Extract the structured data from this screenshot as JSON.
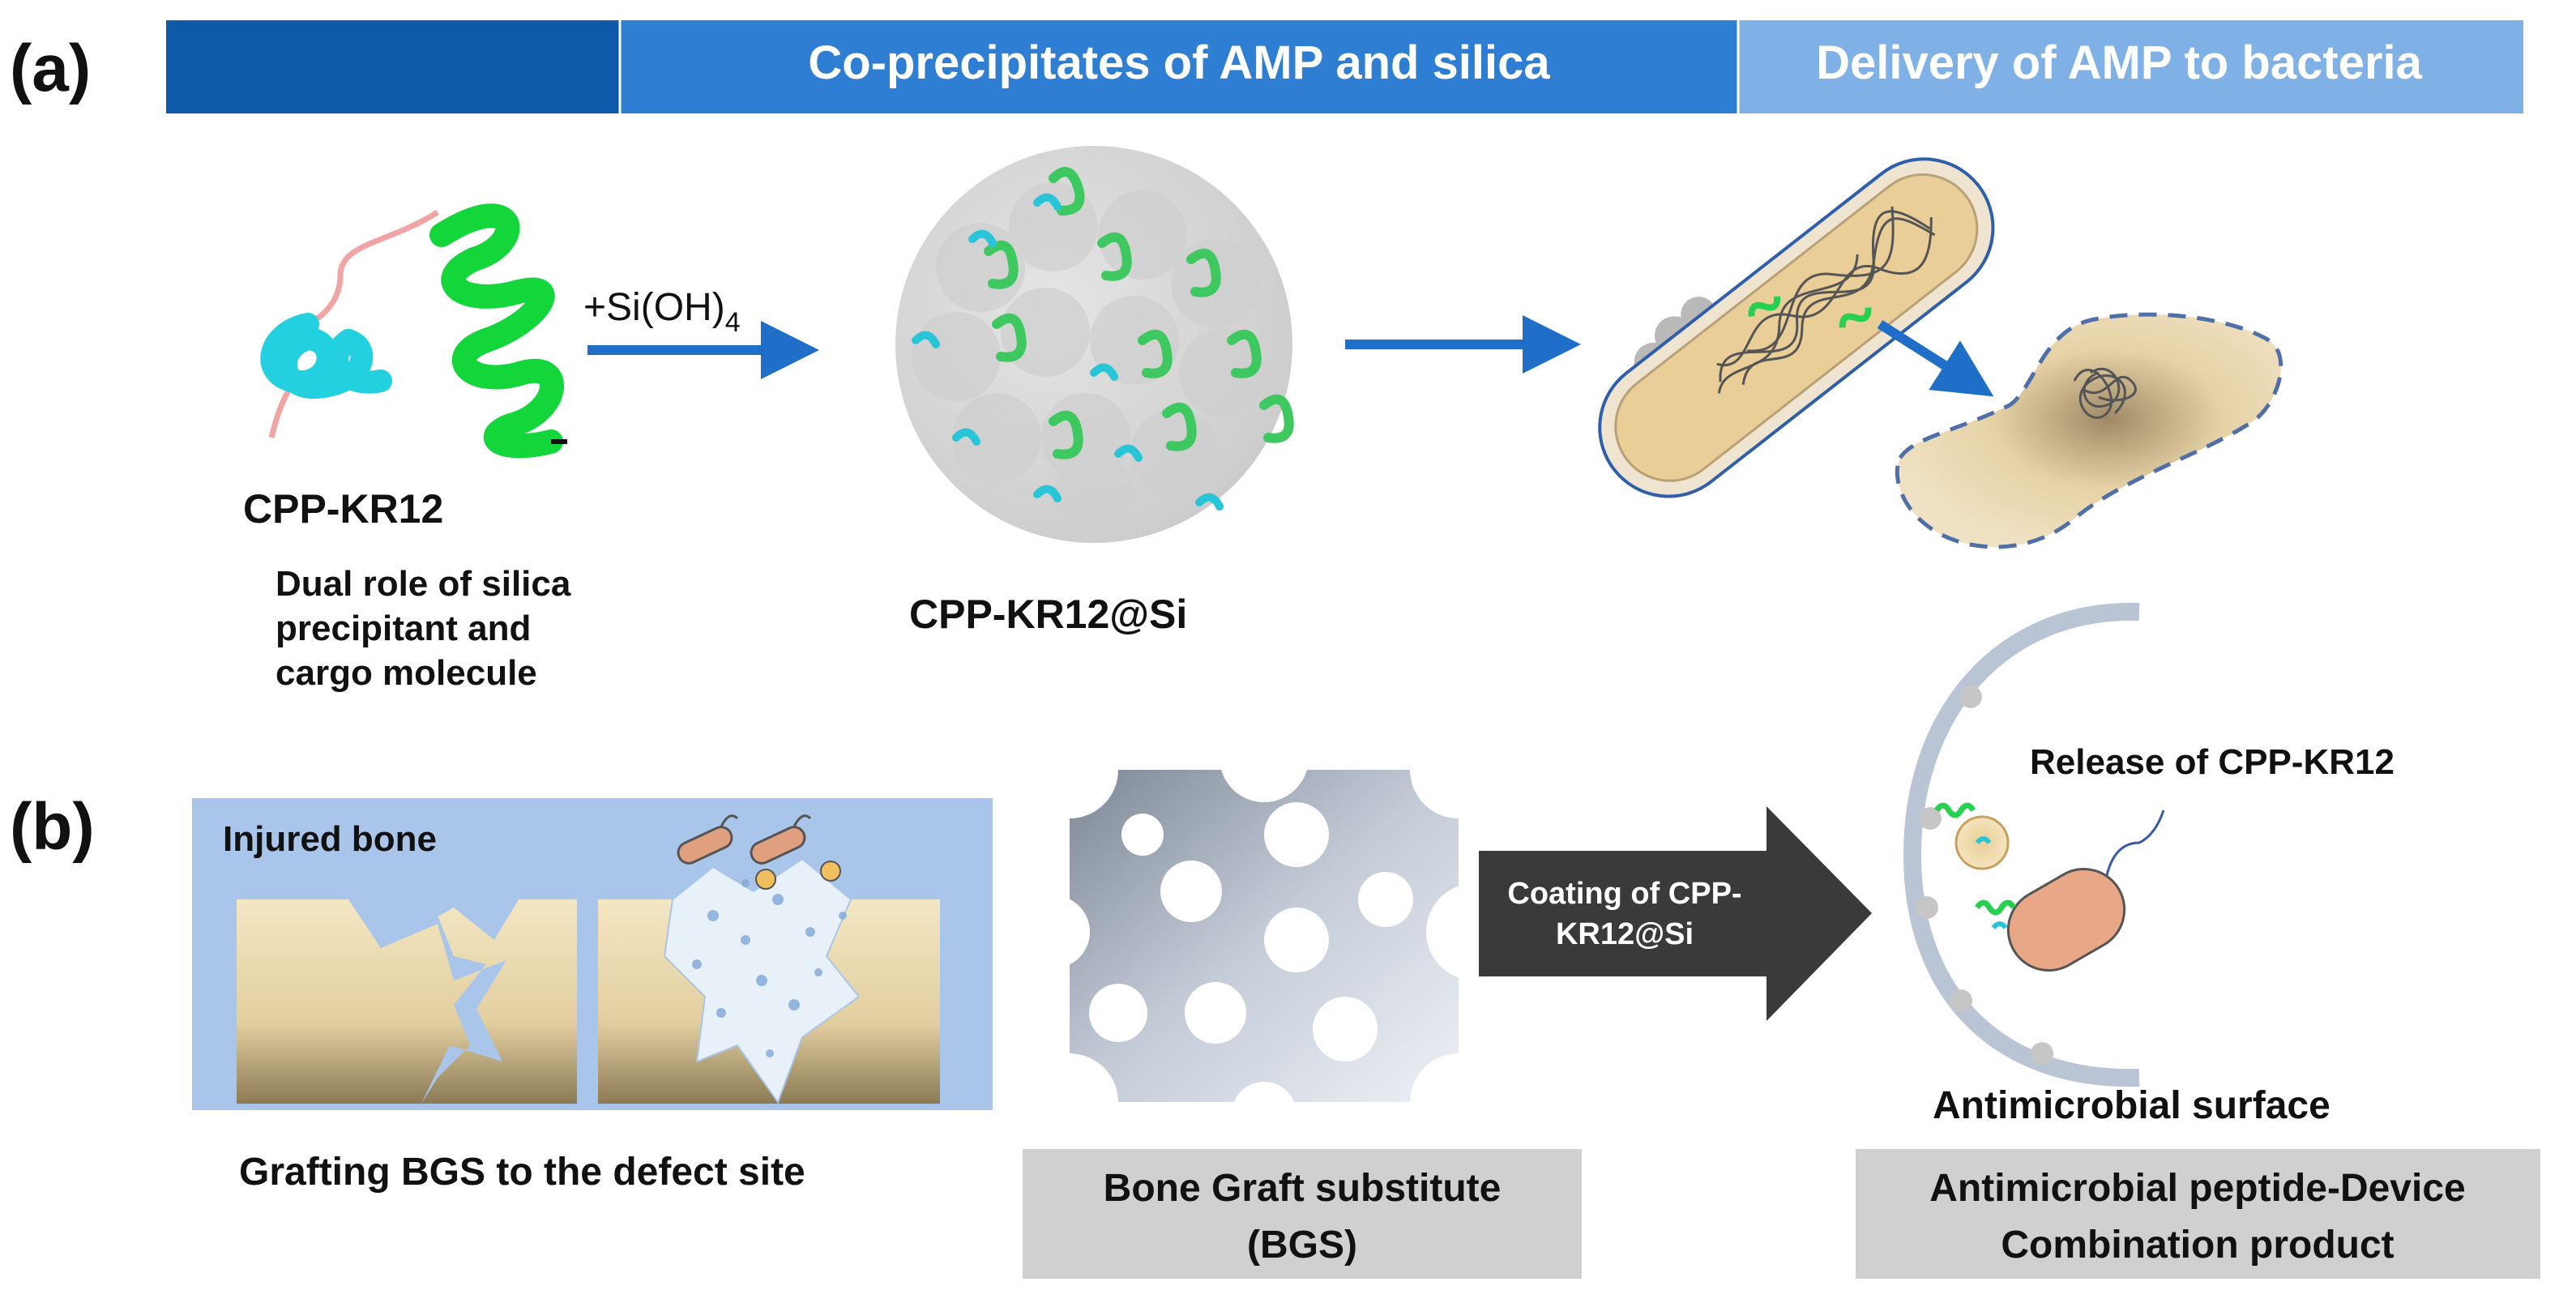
{
  "panel_a": {
    "label": "(a)",
    "header_segments": [
      "",
      "Co-precipitates of AMP and silica",
      "Delivery of AMP to bacteria"
    ],
    "peptide_name": "CPP-KR12",
    "peptide_role_lines": [
      "Dual role of silica",
      "precipitant and",
      "cargo molecule"
    ],
    "reagent_prefix": "+Si(OH)",
    "reagent_subscript": "4",
    "particle_label": "CPP-KR12@Si"
  },
  "panel_b": {
    "label": "(b)",
    "injured_bone_label": "Injured bone",
    "grafting_caption": "Grafting BGS to the defect site",
    "bgs_box_lines": [
      "Bone Graft substitute",
      "(BGS)"
    ],
    "arrow_lines": [
      "Coating of CPP-",
      "KR12@Si"
    ],
    "release_label": "Release of CPP-KR12",
    "surface_label": "Antimicrobial surface",
    "product_box_lines": [
      "Antimicrobial peptide-Device",
      "Combination product"
    ]
  },
  "colors": {
    "header_dark": "#0f5aa8",
    "header_mid": "#2e7fd4",
    "header_light": "#7fb1e6",
    "arrow_blue": "#1f6fc8",
    "helix_green": "#12d63a",
    "helix_cyan": "#22d0e0",
    "bone_tan": "#efe0b5",
    "injury_bg": "#a9c6ea",
    "dark_arrow": "#3a3a3a",
    "caption_box_gray": "#d0d0d0"
  }
}
